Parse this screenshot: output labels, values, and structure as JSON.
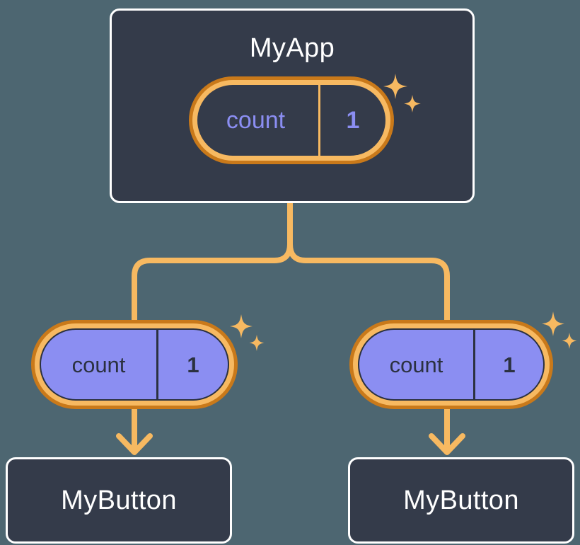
{
  "diagram": {
    "title": "MyApp component tree with shared count state",
    "background_color": "#4d6671",
    "palette": {
      "box_fill": "#343b4a",
      "box_border": "#ffffff",
      "pill_ring_outer": "#c9791a",
      "pill_ring_inner": "#f7b961",
      "pill_purple_fill": "#8b8ef2",
      "accent_text": "#8b8ef2",
      "dark_text": "#2b3140",
      "wire": "#f7b961"
    }
  },
  "root": {
    "label": "MyApp",
    "state": {
      "key": "count",
      "value": "1",
      "divider_color": "#f7b961",
      "key_color": "#8b8ef2",
      "value_color": "#8b8ef2"
    },
    "sparkle_icon": "sparkles-icon"
  },
  "children": [
    {
      "id": "left",
      "label": "MyButton",
      "state": {
        "key": "count",
        "value": "1",
        "divider_color": "#2b3140",
        "key_color": "#2b3140",
        "value_color": "#2b3140"
      },
      "sparkle_icon": "sparkles-icon",
      "arrow_icon": "arrow-down-icon"
    },
    {
      "id": "right",
      "label": "MyButton",
      "state": {
        "key": "count",
        "value": "1",
        "divider_color": "#2b3140",
        "key_color": "#2b3140",
        "value_color": "#2b3140"
      },
      "sparkle_icon": "sparkles-icon",
      "arrow_icon": "arrow-down-icon"
    }
  ]
}
